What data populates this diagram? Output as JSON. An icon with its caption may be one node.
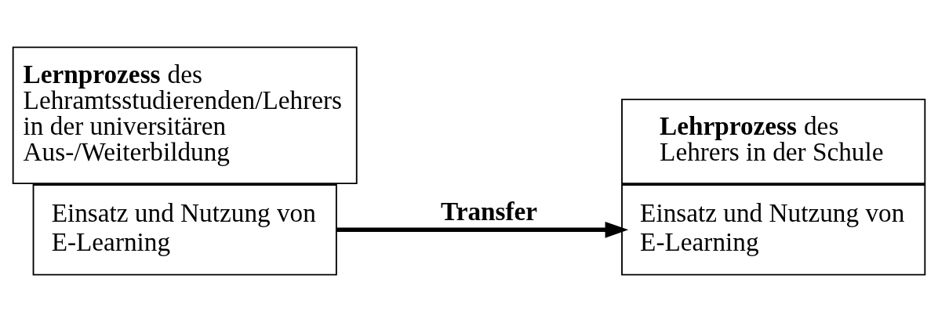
{
  "diagram": {
    "nodes": [
      {
        "text": [
          "**Lernprozess** des Lehramtsstudierenden/Lehrers in der universitären Aus-/Weiterbildung"
        ]
      },
      {
        "text": [
          "Einsatz und Nutzung von E-Learning"
        ]
      },
      {
        "text": [
          "Einsatz und Nutzung von E-Learning"
        ]
      },
      {
        "text": [
          "**Lehrprozess** des Lehrers in der Schule"
        ]
      }
    ],
    "edges": [
      {
        "from": 1,
        "to": 2,
        "arrow": "to",
        "label": "Transfer"
      }
    ]
  }
}
